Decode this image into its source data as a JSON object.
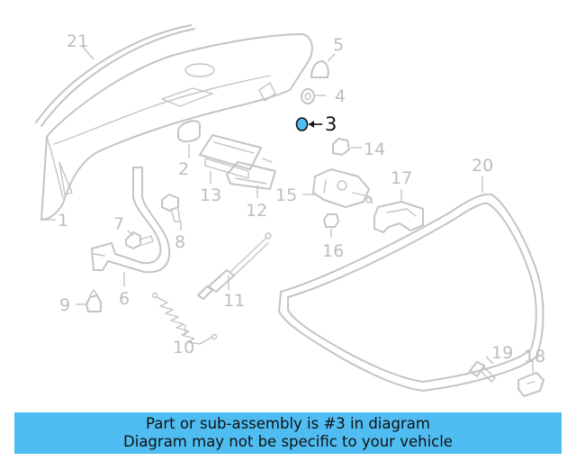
{
  "diagram": {
    "highlight_color": "#4fbdf2",
    "line_color": "#c4c4c4",
    "highlighted_part": "3",
    "callouts": {
      "c1": "1",
      "c2": "2",
      "c3": "3",
      "c4": "4",
      "c5": "5",
      "c6": "6",
      "c7": "7",
      "c8": "8",
      "c9": "9",
      "c10": "10",
      "c11": "11",
      "c12": "12",
      "c13": "13",
      "c14": "14",
      "c15": "15",
      "c16": "16",
      "c17": "17",
      "c18": "18",
      "c19": "19",
      "c20": "20",
      "c21": "21"
    }
  },
  "caption": {
    "line1": "Part or sub-assembly is #3 in diagram",
    "line2": "Diagram may not be specific to your vehicle",
    "background": "#4fbdf2"
  }
}
